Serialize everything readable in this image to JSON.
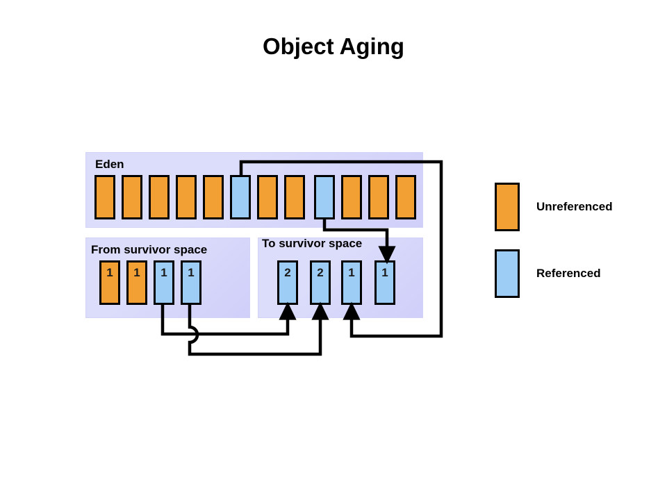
{
  "title": "Object Aging",
  "regions": {
    "eden": {
      "label": "Eden",
      "blocks": [
        {
          "state": "unreferenced",
          "age": ""
        },
        {
          "state": "unreferenced",
          "age": ""
        },
        {
          "state": "unreferenced",
          "age": ""
        },
        {
          "state": "unreferenced",
          "age": ""
        },
        {
          "state": "unreferenced",
          "age": ""
        },
        {
          "state": "referenced",
          "age": ""
        },
        {
          "state": "unreferenced",
          "age": ""
        },
        {
          "state": "unreferenced",
          "age": ""
        },
        {
          "state": "referenced",
          "age": ""
        },
        {
          "state": "unreferenced",
          "age": ""
        },
        {
          "state": "unreferenced",
          "age": ""
        },
        {
          "state": "unreferenced",
          "age": ""
        }
      ]
    },
    "from_survivor": {
      "label": "From survivor  space",
      "blocks": [
        {
          "state": "unreferenced",
          "age": "1"
        },
        {
          "state": "unreferenced",
          "age": "1"
        },
        {
          "state": "referenced",
          "age": "1"
        },
        {
          "state": "referenced",
          "age": "1"
        }
      ]
    },
    "to_survivor": {
      "label": "To survivor  space",
      "blocks": [
        {
          "state": "referenced",
          "age": "2"
        },
        {
          "state": "referenced",
          "age": "2"
        },
        {
          "state": "referenced",
          "age": "1"
        },
        {
          "state": "referenced",
          "age": "1"
        }
      ]
    }
  },
  "legend": {
    "items": [
      {
        "label": "Unreferenced",
        "state": "unreferenced",
        "color": "#f2a033"
      },
      {
        "label": "Referenced",
        "state": "referenced",
        "color": "#9dcdf5"
      }
    ]
  },
  "colors": {
    "unreferenced": "#f2a033",
    "referenced": "#9dcdf5",
    "region_fill": "#dcdcfb",
    "outline": "#000000",
    "background": "#ffffff"
  },
  "flows": [
    {
      "from": "eden.block.6",
      "to": "to_survivor.block.3"
    },
    {
      "from": "eden.block.9",
      "to": "to_survivor.block.4"
    },
    {
      "from": "from_survivor.block.3",
      "to": "to_survivor.block.1"
    },
    {
      "from": "from_survivor.block.4",
      "to": "to_survivor.block.2"
    }
  ]
}
